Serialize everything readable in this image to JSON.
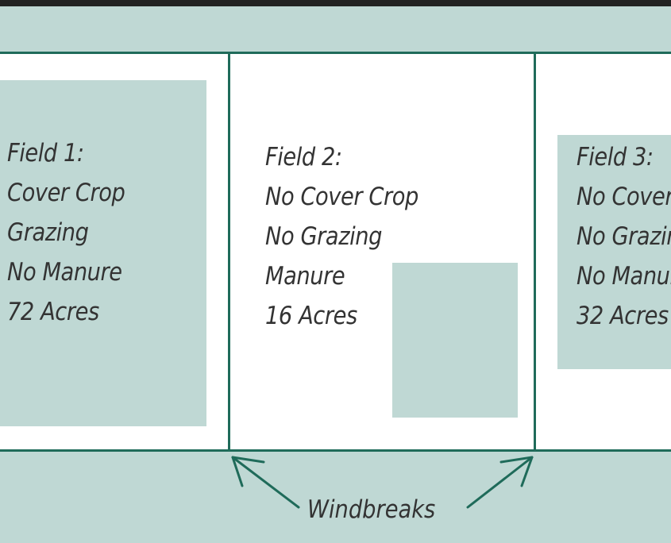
{
  "fields": [
    {
      "title": "Field 1:",
      "cover_crop": "Cover Crop",
      "grazing": "Grazing",
      "manure": "No Manure",
      "acres": "72 Acres"
    },
    {
      "title": "Field 2:",
      "cover_crop": "No Cover Crop",
      "grazing": "No Grazing",
      "manure": "Manure",
      "acres": "16 Acres"
    },
    {
      "title": "Field 3:",
      "cover_crop": "No Cover Crop",
      "grazing": "No Grazing",
      "manure": "No Manure",
      "acres": "32 Acres"
    }
  ],
  "windbreaks_label": "Windbreaks",
  "colors": {
    "band_fill": "#bfd8d4",
    "line": "#1f6b5a",
    "text": "#333333",
    "top_border": "#222222"
  }
}
